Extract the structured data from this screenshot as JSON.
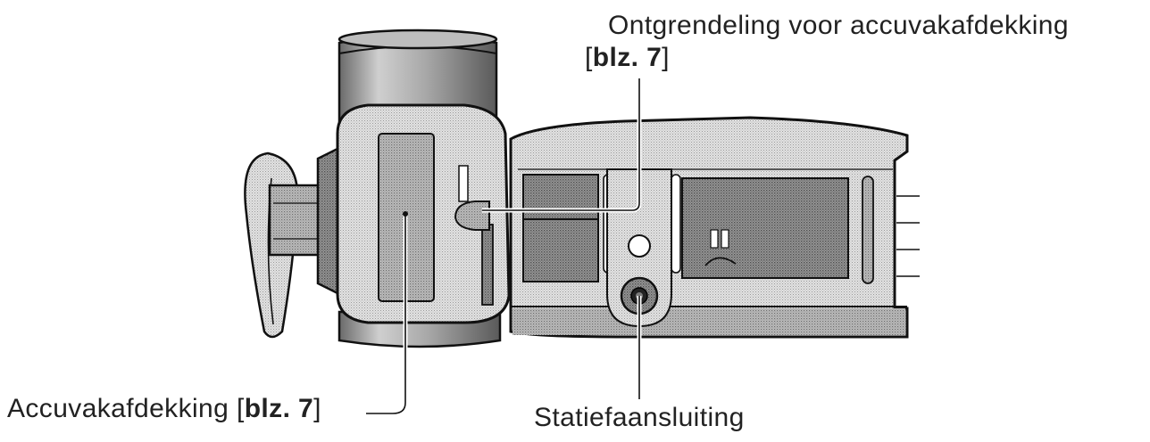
{
  "diagram": {
    "subject": "camcorder-bottom-view",
    "callouts": {
      "battery_cover_release": {
        "text": "Ontgrendeling voor accuvakafdekking",
        "ref_open": "[",
        "ref_bold": "blz. 7",
        "ref_close": "]"
      },
      "battery_cover": {
        "text": "Accuvakafdekking",
        "ref_open": "[",
        "ref_bold": "blz. 7",
        "ref_close": "]"
      },
      "tripod_socket": {
        "text": "Statiefaansluiting"
      }
    }
  }
}
